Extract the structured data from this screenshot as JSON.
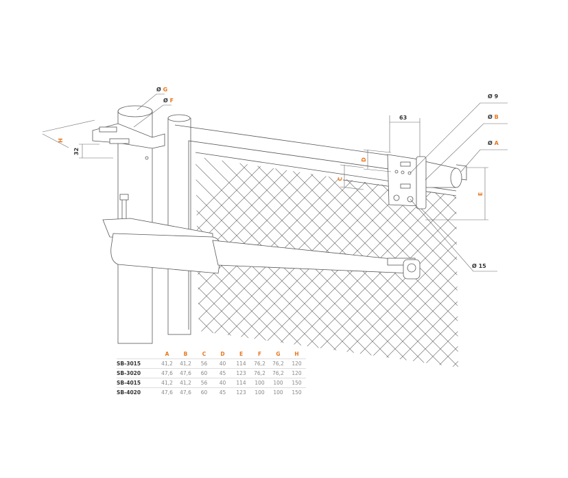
{
  "labels": {
    "dia_g_prefix": "Ø",
    "dia_g": "G",
    "dia_f_prefix": "Ø",
    "dia_f": "F",
    "h": "H",
    "dim_32": "32",
    "dim_63": "63",
    "dia_9": "Ø 9",
    "dia_b_prefix": "Ø",
    "dia_b": "B",
    "dia_a_prefix": "Ø",
    "dia_a": "A",
    "d": "D",
    "c": "C",
    "e": "E",
    "dia_15": "Ø 15"
  },
  "table": {
    "headers": [
      "A",
      "B",
      "C",
      "D",
      "E",
      "F",
      "G",
      "H"
    ],
    "rows": [
      {
        "model": "SB-3015",
        "values": [
          "41,2",
          "41,2",
          "56",
          "40",
          "114",
          "76,2",
          "76,2",
          "120"
        ]
      },
      {
        "model": "SB-3020",
        "values": [
          "47,6",
          "47,6",
          "60",
          "45",
          "123",
          "76,2",
          "76,2",
          "120"
        ]
      },
      {
        "model": "SB-4015",
        "values": [
          "41,2",
          "41,2",
          "56",
          "40",
          "114",
          "100",
          "100",
          "150"
        ]
      },
      {
        "model": "SB-4020",
        "values": [
          "47,6",
          "47,6",
          "60",
          "45",
          "123",
          "100",
          "100",
          "150"
        ]
      }
    ]
  },
  "colors": {
    "accent": "#e8771e",
    "line": "#555555"
  }
}
